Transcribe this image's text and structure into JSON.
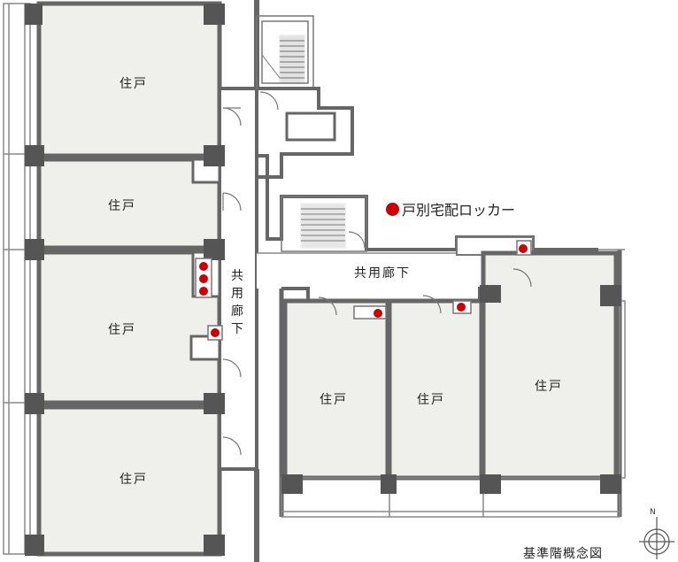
{
  "units": [
    "住戸",
    "住戸",
    "住戸",
    "住戸",
    "住戸",
    "住戸",
    "住戸"
  ],
  "corridor_vertical": "共用廊下",
  "corridor_horizontal": "共用廊下",
  "legend": {
    "label": "戸別宅配ロッカー",
    "color": "#cc0000"
  },
  "caption": "基準階概念図",
  "compass": {
    "letter": "N"
  },
  "colors": {
    "wall": "#666666",
    "room_fill": "#efefeb",
    "column": "#555555",
    "locker": "#cc0000"
  },
  "lockers": [
    {
      "area": "vertical-corridor-wall",
      "count": 3
    },
    {
      "area": "vertical-corridor",
      "count": 1
    },
    {
      "area": "horizontal-corridor",
      "count": 3
    }
  ]
}
